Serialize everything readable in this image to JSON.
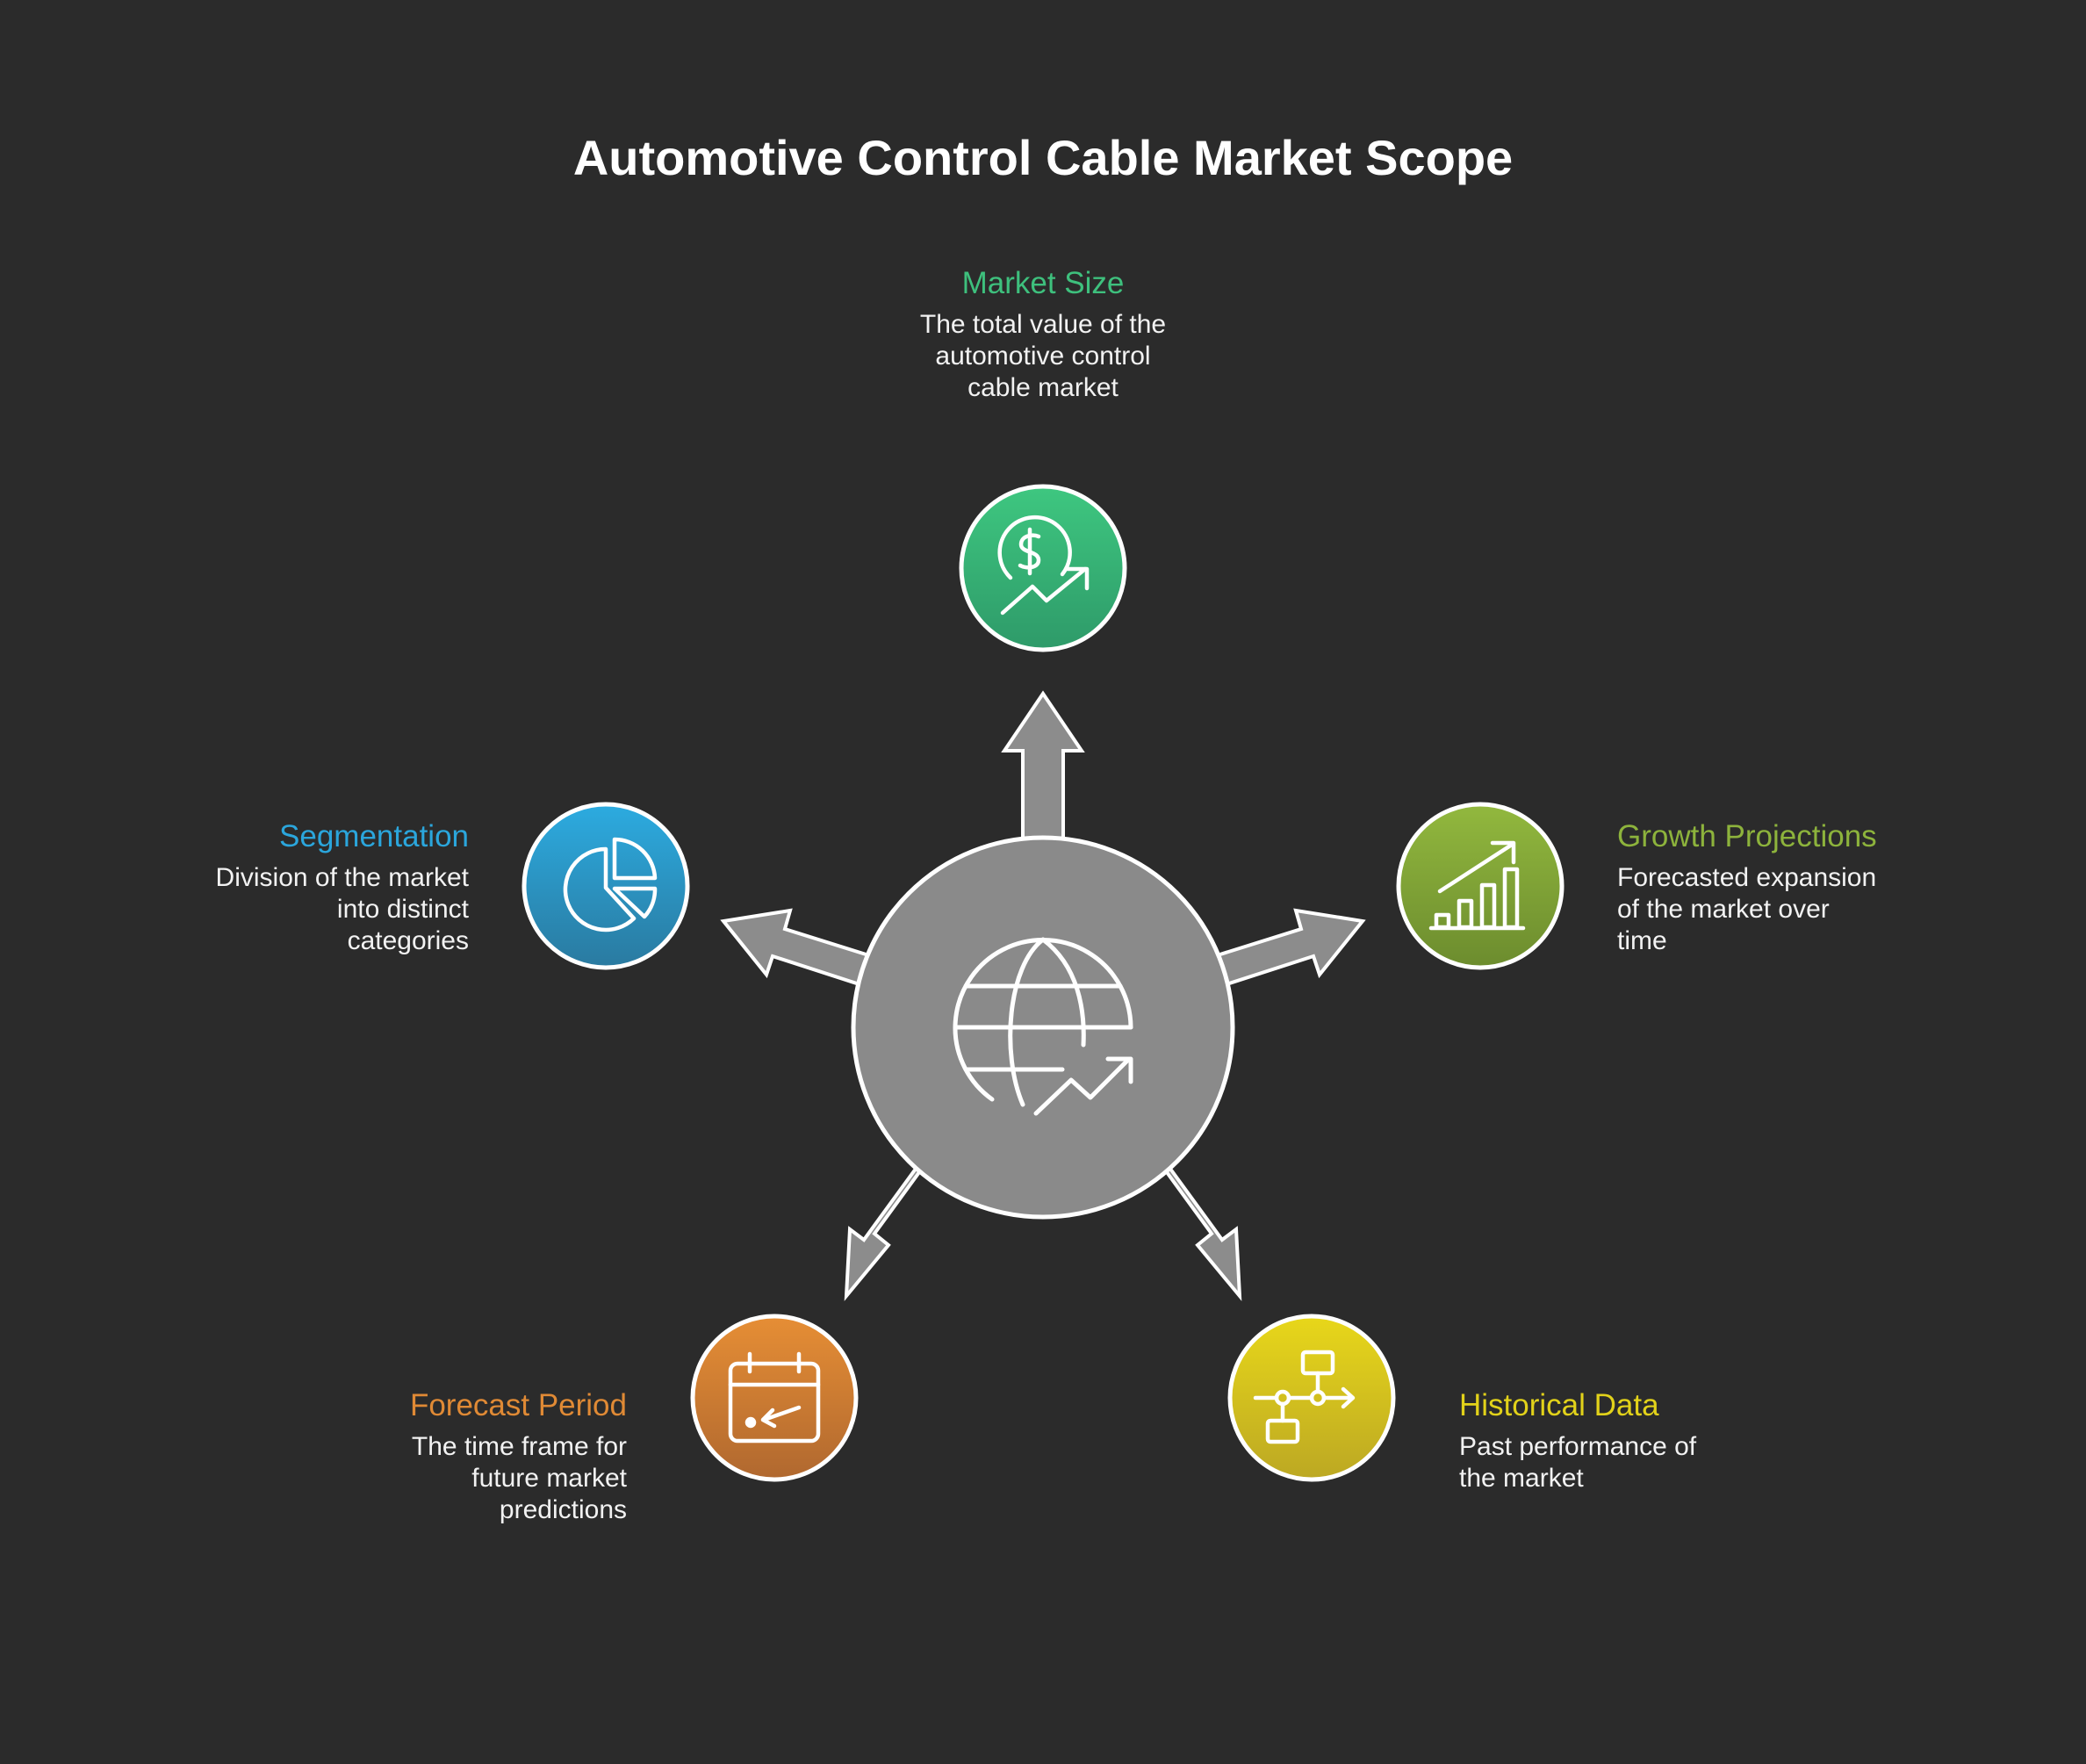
{
  "title": "Automotive Control Cable Market Scope",
  "colors": {
    "background": "#2b2b2b",
    "hub": "#8a8a8a",
    "arrow": "#8c8c8c",
    "outline": "#ffffff"
  },
  "hub": {
    "icon": "globe-growth-icon"
  },
  "items": [
    {
      "key": "market_size",
      "heading": "Market Size",
      "description_lines": [
        "The total value of the",
        "automotive control",
        "cable market"
      ],
      "color": "#3ec07d",
      "color_dark": "#2f9a68",
      "icon": "dollar-growth-icon"
    },
    {
      "key": "growth_projections",
      "heading": "Growth Projections",
      "description_lines": [
        "Forecasted expansion",
        "of the market over",
        "time"
      ],
      "color": "#8db33c",
      "color_dark": "#6f8f2e",
      "icon": "bar-chart-growth-icon"
    },
    {
      "key": "historical_data",
      "heading": "Historical Data",
      "description_lines": [
        "Past performance of",
        "the market"
      ],
      "color": "#e2d21a",
      "color_dark": "#b9a91a",
      "icon": "flowchart-icon"
    },
    {
      "key": "forecast_period",
      "heading": "Forecast Period",
      "description_lines": [
        "The time frame for",
        "future market",
        "predictions"
      ],
      "color": "#e08a35",
      "color_dark": "#b8692c",
      "icon": "calendar-icon"
    },
    {
      "key": "segmentation",
      "heading": "Segmentation",
      "description_lines": [
        "Division of the market",
        "into distinct",
        "categories"
      ],
      "color": "#2ba6dc",
      "color_dark": "#2a7fa8",
      "icon": "pie-chart-icon"
    }
  ]
}
